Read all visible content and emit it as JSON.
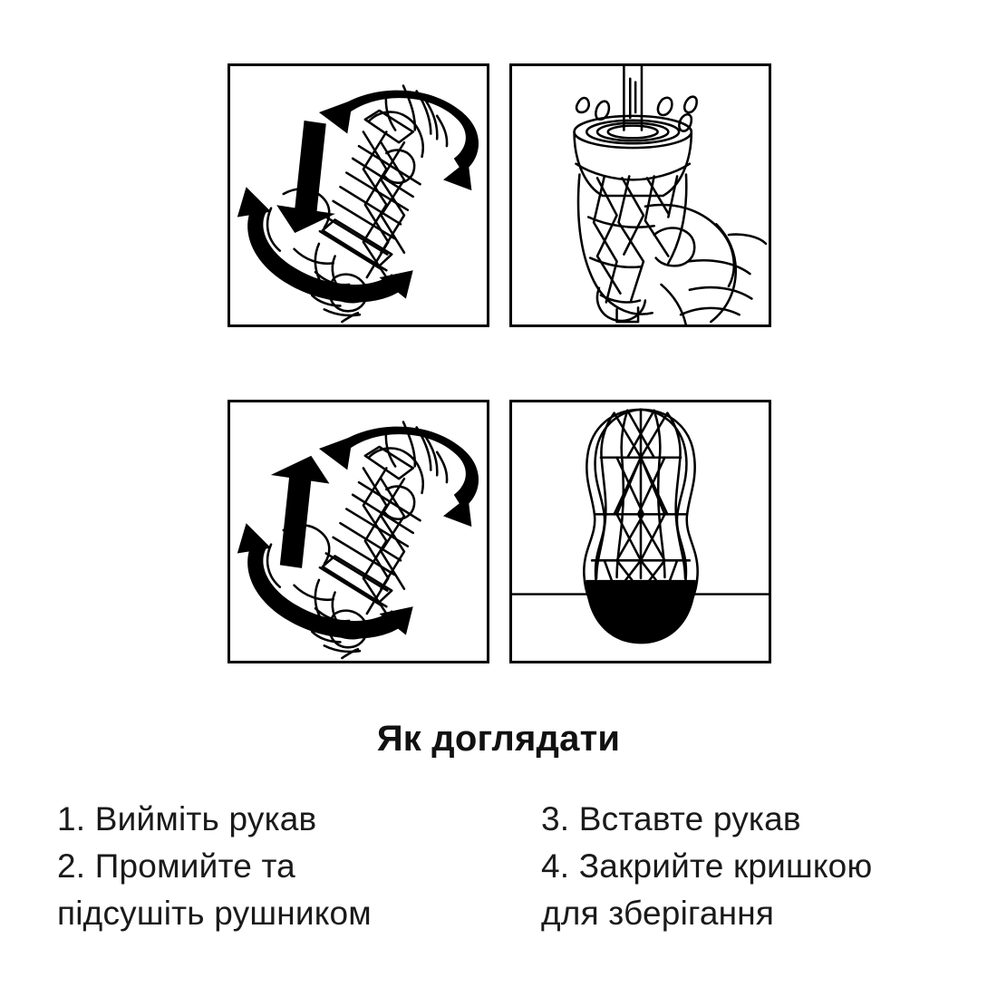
{
  "page": {
    "background_color": "#ffffff",
    "ink_color": "#000000"
  },
  "care_section": {
    "title": "Як доглядати",
    "columns": [
      {
        "name": "left",
        "lines": [
          "1. Вийміть рукав",
          "2. Промийте та",
          "підсушіть рушником"
        ]
      },
      {
        "name": "right",
        "lines": [
          "3. Вставте рукав",
          "4. Закрийте кришкою",
          "для зберігання"
        ]
      }
    ]
  },
  "panels": [
    {
      "id": "remove-sleeve",
      "step_number": "1",
      "icon": "hand-twisting-sleeve-out-icon",
      "description": "Hand twisting and pulling the textured sleeve upward out of the case",
      "arrow_direction": "up",
      "rotation_arrows": 2
    },
    {
      "id": "rinse-sleeve",
      "step_number": "2",
      "icon": "sleeve-under-running-water-icon",
      "description": "Hand holding the sleeve under a stream of running water with splashing droplets",
      "water_stream": true,
      "droplets": 5
    },
    {
      "id": "insert-sleeve",
      "step_number": "3",
      "icon": "hand-twisting-sleeve-in-icon",
      "description": "Hand twisting and pushing the textured sleeve downward back into the case",
      "arrow_direction": "down",
      "rotation_arrows": 2
    },
    {
      "id": "store-sleeve",
      "step_number": "4",
      "icon": "sleeve-in-cap-on-surface-icon",
      "description": "Sleeve standing upright in its closed cap resting on a surface line",
      "surface_line": true
    }
  ]
}
